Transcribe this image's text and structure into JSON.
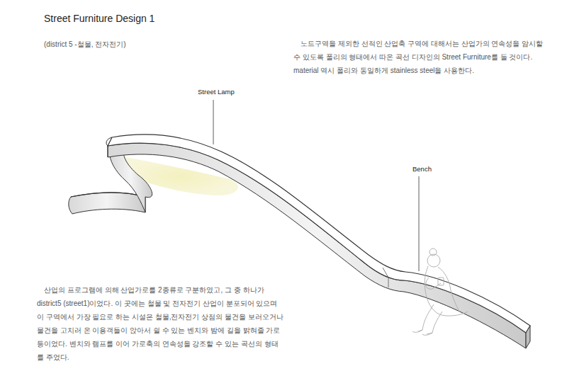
{
  "diagram": {
    "title": "Street Furniture Design 1",
    "labels": [
      "(district 5 -철물, 전자전기)",
      "노드구역을 제외한 선적인 산업축 구역에 대해서는 산업가의 연속성을 암시할 수 있도록 폴리의 형태에서 따온 곡선 디자인의 Street Furniture를 둘 것이다. material 역시 폴리와 동일하게 stainless steel을 사용한다.",
      "Street Lamp",
      "Bench",
      "산업의 프로그램에 의해 산업가로를 2종류로 구분하였고, 그 중 하나가 district5 (street1)이었다. 이 곳에는 철물 및 전자전기 산업이 분포되어 있으며 이 구역에서 가장 필요로 하는 시설은 철물,전자전기 상점의 물건을 보러오거나 물건을 고치러 온 이용객들이 앉아서 쉴 수 있는 벤치와 밤에 길을 밝혀줄 가로등이었다. 벤치와 램프를 이어 가로축의 연속성을 강조할 수 있는 곡선의 형태를 주었다."
    ]
  }
}
